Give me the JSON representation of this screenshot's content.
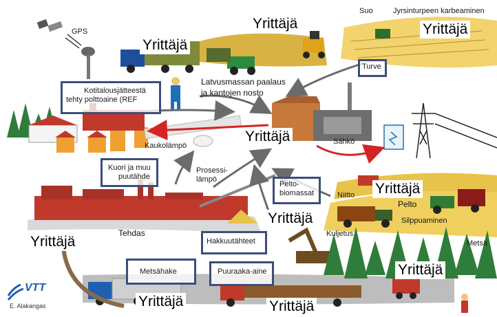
{
  "entrepreneur_label": "Yrittäjä",
  "labels": {
    "gps": "GPS",
    "suo": "Suo",
    "jyrsinturpeen": "Jyrsinturpeen karbeaminen",
    "latvus_line1": "Latvusmassan paalaus",
    "latvus_line2": "ja kantojen nosto",
    "kaukolampo": "Kaukolämpö",
    "sahko": "Sähkö",
    "prosessi_line1": "Prosessi-",
    "prosessi_line2": "lämpö",
    "niitto": "Niitto",
    "pelto": "Pelto",
    "silppuaminen": "Silppuaminen",
    "kuljetus": "Kuljetus",
    "tehdas": "Tehdas",
    "metsa": "Metsä",
    "credit": "E. Alakangas",
    "logo": "VTT"
  },
  "boxes": {
    "ref_line1": "Kotitalousjätteestä",
    "ref_line2": "tehty polttoaine (REF",
    "turve": "Turve",
    "kuori_line1": "Kuori ja muu",
    "kuori_line2": "puutähde",
    "pelto_line1": "Pelto-",
    "pelto_line2": "biomassat",
    "hakkuu": "Hakkuutähteet",
    "metsahake": "Metsähake",
    "puuraaka": "Puuraaka-aine"
  },
  "colors": {
    "box_border": "#3b4d7a",
    "red_arrow": "#d42424",
    "grey_arrow": "#6b6b6b",
    "forest": "#2f7d3a",
    "field": "#e8c34a"
  }
}
